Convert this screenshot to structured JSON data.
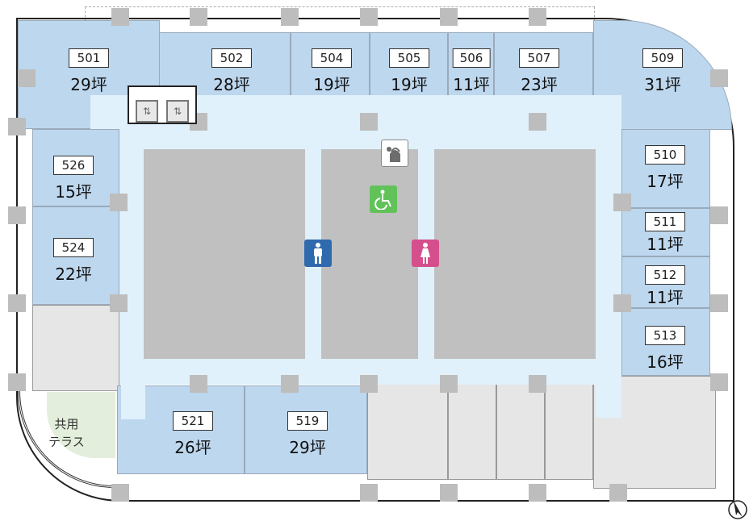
{
  "floor_plan": {
    "rooms": [
      {
        "number": "501",
        "area": "29坪"
      },
      {
        "number": "502",
        "area": "28坪"
      },
      {
        "number": "504",
        "area": "19坪"
      },
      {
        "number": "505",
        "area": "19坪"
      },
      {
        "number": "506",
        "area": "11坪"
      },
      {
        "number": "507",
        "area": "23坪"
      },
      {
        "number": "509",
        "area": "31坪"
      },
      {
        "number": "510",
        "area": "17坪"
      },
      {
        "number": "511",
        "area": "11坪"
      },
      {
        "number": "512",
        "area": "11坪"
      },
      {
        "number": "513",
        "area": "16坪"
      },
      {
        "number": "526",
        "area": "15坪"
      },
      {
        "number": "524",
        "area": "22坪"
      },
      {
        "number": "521",
        "area": "26坪"
      },
      {
        "number": "519",
        "area": "29坪"
      }
    ],
    "terrace": {
      "line1": "共用",
      "line2": "テラス"
    },
    "icons": [
      "elevator-icon",
      "kitchenette-icon",
      "accessible-toilet-icon",
      "mens-toilet-icon",
      "womens-toilet-icon",
      "north-arrow-icon"
    ],
    "colors": {
      "leased": "#bdd7ee",
      "corridor": "#e0f1fb",
      "core": "#c0c0c0",
      "vacant_other": "#e6e6e6",
      "terrace": "#e3efdc",
      "mens": "#2f69ae",
      "womens": "#d44f8c",
      "accessible": "#62c25a"
    }
  }
}
